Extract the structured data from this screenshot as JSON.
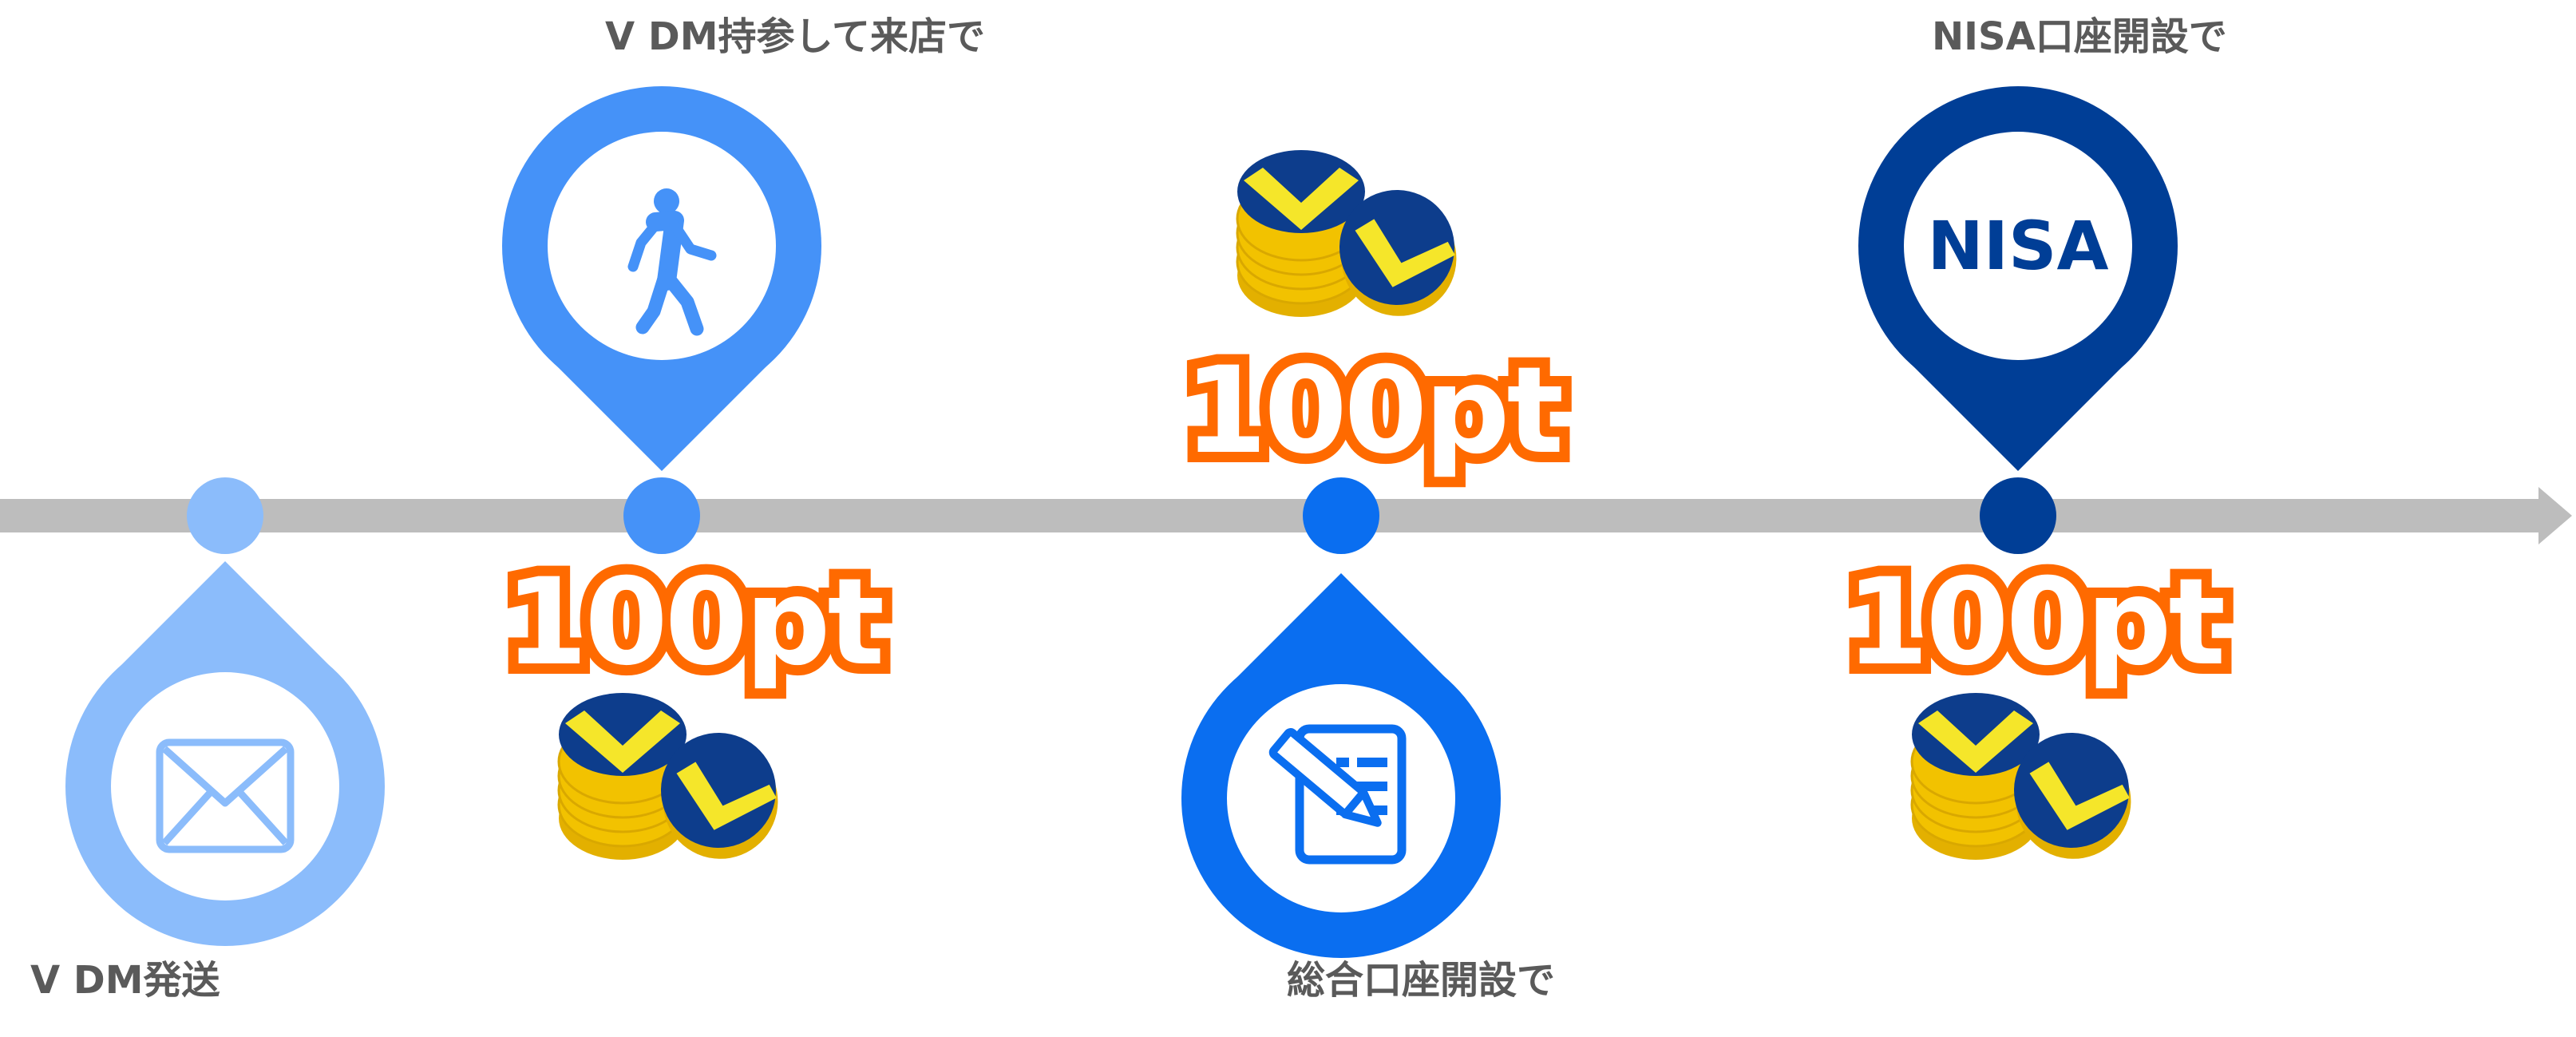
{
  "colors": {
    "timeline": "#bdbdbd",
    "light_blue": "#8bbcfb",
    "mid_blue": "#4592f8",
    "bright_blue": "#0a6ef0",
    "navy": "#003e96",
    "points_outline": "#ff6a00",
    "coin_gold": "#f2c200",
    "coin_yellow": "#f5e62a",
    "coin_navy": "#0d3d8c",
    "label_text": "#5a5a5a"
  },
  "steps": [
    {
      "label": "V DM発送",
      "icon": "envelope-icon"
    },
    {
      "label": "V DM持参して来店で",
      "icon": "walking-person-icon",
      "points": "100pt"
    },
    {
      "label": "総合口座開設で",
      "icon": "document-pen-icon",
      "points": "100pt"
    },
    {
      "label": "NISA口座開設で",
      "icon": "nisa-icon",
      "icon_text": "NISA",
      "points": "100pt"
    }
  ]
}
